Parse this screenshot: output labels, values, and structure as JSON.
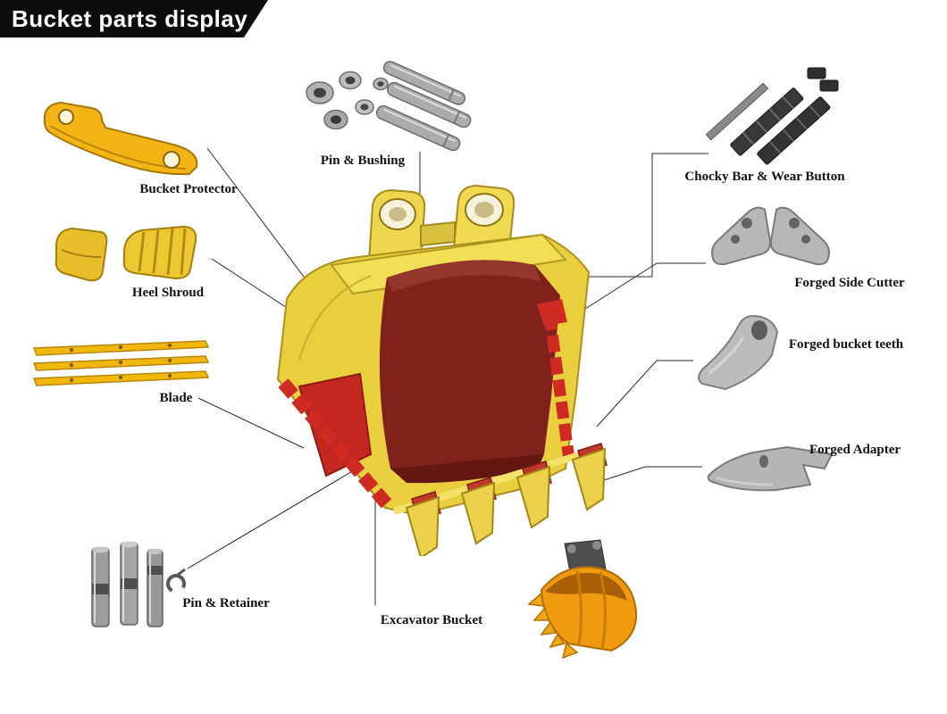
{
  "header": {
    "title": "Bucket parts display"
  },
  "parts": {
    "bucket_protector": {
      "label": "Bucket Protector"
    },
    "pin_bushing": {
      "label": "Pin & Bushing"
    },
    "chocky_bar": {
      "label": "Chocky Bar & Wear Button"
    },
    "heel_shroud": {
      "label": "Heel Shroud"
    },
    "forged_side_cutter": {
      "label": "Forged Side Cutter"
    },
    "forged_bucket_teeth": {
      "label": "Forged bucket teeth"
    },
    "blade": {
      "label": "Blade"
    },
    "forged_adapter": {
      "label": "Forged Adapter"
    },
    "pin_retainer": {
      "label": "Pin & Retainer"
    },
    "excavator_bucket": {
      "label": "Excavator Bucket"
    }
  },
  "colors": {
    "banner_bg": "#0d0d0d",
    "banner_text": "#ffffff",
    "bucket_yellow": "#e9cf3e",
    "wear_edge_red": "#cf2b23",
    "interior_maroon": "#81211c",
    "steel_gray": "#b5b5b5",
    "mini_bucket_orange": "#f09a10",
    "label_text": "#111111",
    "connector_line": "#2a2a2a"
  }
}
